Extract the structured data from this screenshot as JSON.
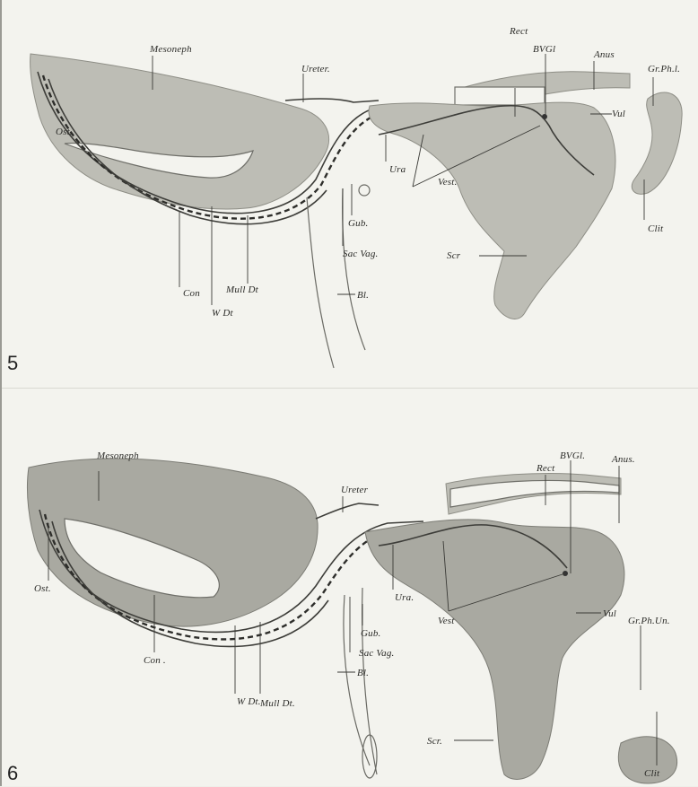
{
  "figure5": {
    "number": "5",
    "labels": {
      "mesoneph": "Mesoneph",
      "ureter": "Ureter.",
      "rect": "Rect",
      "bvgl": "BVGl",
      "anus": "Anus",
      "grphl": "Gr.Ph.l.",
      "ost": "Ost.",
      "vul": "Vul",
      "ura": "Ura",
      "vest": "Vest.",
      "gub": "Gub.",
      "clit": "Clit",
      "scr": "Scr",
      "sacvag": "Sac Vag.",
      "mulldt": "Mull Dt",
      "con": "Con",
      "wdt": "W Dt",
      "bl": "Bl."
    }
  },
  "figure6": {
    "number": "6",
    "labels": {
      "mesoneph": "Mesoneph",
      "ureter": "Ureter",
      "rect": "Rect",
      "bvgl": "BVGl.",
      "anus": "Anus.",
      "ost": "Ost.",
      "ura": "Ura.",
      "vest": "Vest",
      "vul": "Vul",
      "grphun": "Gr.Ph.Un.",
      "gub": "Gub.",
      "sacvag": "Sac Vag.",
      "con": "Con .",
      "mulldt": "Mull Dt.",
      "bl": "Bl.",
      "wdt": "W Dt.",
      "scr": "Scr.",
      "clit": "Clit"
    }
  }
}
